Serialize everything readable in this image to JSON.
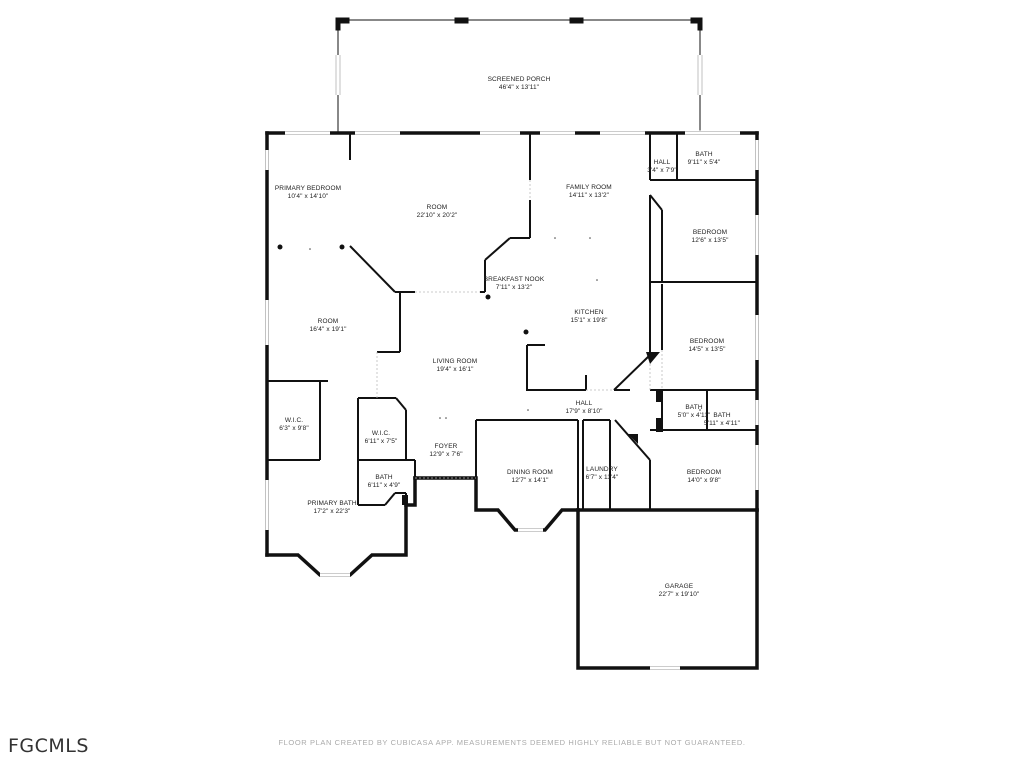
{
  "colors": {
    "wall": "#111111",
    "window": "#999999",
    "footer": "#aaaaaa"
  },
  "rooms": {
    "screened_porch": {
      "name": "SCREENED PORCH",
      "dims": "46'4\" x 13'11\""
    },
    "hall_top": {
      "name": "HALL",
      "dims": "3'4\" x 7'9\""
    },
    "bath_top": {
      "name": "BATH",
      "dims": "9'11\" x 5'4\""
    },
    "primary_bedroom": {
      "name": "PRIMARY BEDROOM",
      "dims": "10'4\" x 14'10\""
    },
    "room_center": {
      "name": "ROOM",
      "dims": "22'10\" x 20'2\""
    },
    "family_room": {
      "name": "FAMILY ROOM",
      "dims": "14'11\" x 13'2\""
    },
    "bedroom_ne": {
      "name": "BEDROOM",
      "dims": "12'6\" x 13'5\""
    },
    "breakfast_nook": {
      "name": "BREAKFAST NOOK",
      "dims": "7'11\" x 13'2\""
    },
    "room_west": {
      "name": "ROOM",
      "dims": "16'4\" x 19'1\""
    },
    "kitchen": {
      "name": "KITCHEN",
      "dims": "15'1\" x 19'8\""
    },
    "bedroom_e": {
      "name": "BEDROOM",
      "dims": "14'5\" x 13'5\""
    },
    "living_room": {
      "name": "LIVING ROOM",
      "dims": "19'4\" x 16'1\""
    },
    "hall_mid": {
      "name": "HALL",
      "dims": "17'9\" x 8'10\""
    },
    "bath_mid1": {
      "name": "BATH",
      "dims": "5'0\" x 4'11\""
    },
    "bath_mid2": {
      "name": "BATH",
      "dims": "5'11\" x 4'11\""
    },
    "wic_west": {
      "name": "W.I.C.",
      "dims": "6'3\" x 9'8\""
    },
    "wic_center": {
      "name": "W.I.C.",
      "dims": "6'11\" x 7'5\""
    },
    "foyer": {
      "name": "FOYER",
      "dims": "12'9\" x 7'6\""
    },
    "dining_room": {
      "name": "DINING ROOM",
      "dims": "12'7\" x 14'1\""
    },
    "laundry": {
      "name": "LAUNDRY",
      "dims": "6'7\" x 11'4\""
    },
    "bedroom_se": {
      "name": "BEDROOM",
      "dims": "14'0\" x 9'8\""
    },
    "bath_small": {
      "name": "BATH",
      "dims": "6'11\" x 4'9\""
    },
    "primary_bath": {
      "name": "PRIMARY BATH",
      "dims": "17'2\" x 22'3\""
    },
    "garage": {
      "name": "GARAGE",
      "dims": "22'7\" x 19'10\""
    }
  },
  "watermark": "FGCMLS",
  "footer_note": "FLOOR PLAN CREATED BY CUBICASA APP. MEASUREMENTS DEEMED HIGHLY RELIABLE BUT NOT GUARANTEED."
}
